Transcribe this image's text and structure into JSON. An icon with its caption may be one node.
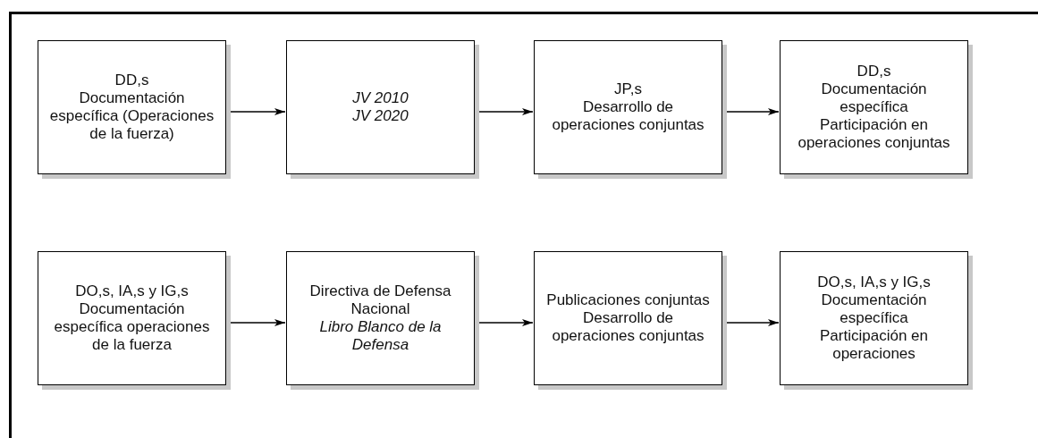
{
  "diagram": {
    "nodes": [
      {
        "text": [
          "DD,s",
          "Documentación específica (Operaciones de la fuerza)"
        ]
      },
      {
        "text": [
          "JV 2010",
          "JV 2020"
        ]
      },
      {
        "text": [
          "JP,s",
          "Desarrollo de operaciones conjuntas"
        ]
      },
      {
        "text": [
          "DD,s",
          "Documentación específica",
          "Participación en operaciones conjuntas"
        ]
      },
      {
        "text": [
          "DO,s, IA,s y IG,s",
          "Documentación específica operaciones de la fuerza"
        ]
      },
      {
        "text": [
          "Directiva de Defensa Nacional",
          "Libro Blanco de la Defensa"
        ]
      },
      {
        "text": [
          "Publicaciones conjuntas",
          "Desarrollo de operaciones conjuntas"
        ]
      },
      {
        "text": [
          "DO,s, IA,s y IG,s",
          "Documentación específica",
          "Participación en operaciones"
        ]
      }
    ],
    "edges": [
      {
        "from": 0,
        "to": 1,
        "arrow": "to"
      },
      {
        "from": 1,
        "to": 2,
        "arrow": "to"
      },
      {
        "from": 2,
        "to": 3,
        "arrow": "to"
      },
      {
        "from": 4,
        "to": 5,
        "arrow": "to"
      },
      {
        "from": 5,
        "to": 6,
        "arrow": "to"
      },
      {
        "from": 6,
        "to": 7,
        "arrow": "to"
      }
    ]
  }
}
